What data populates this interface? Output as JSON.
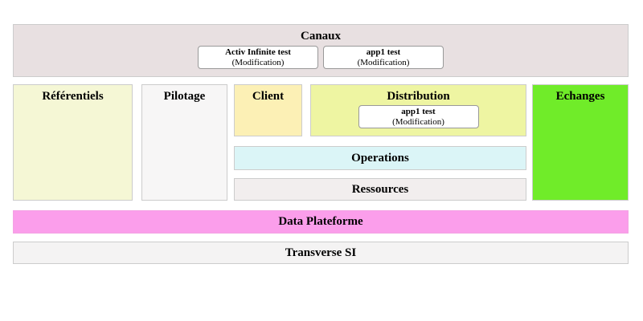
{
  "colors": {
    "canaux_bg": "#e8e0e1",
    "referentiels_bg": "#f5f7d5",
    "pilotage_bg": "#f7f6f6",
    "client_bg": "#fcf0b5",
    "distribution_bg": "#eef5a2",
    "operations_bg": "#dbf5f7",
    "ressources_bg": "#f2eeee",
    "echanges_bg": "#70ec29",
    "data_plateforme_bg": "#fb9eeb",
    "transverse_si_bg": "#f4f3f3",
    "card_bg": "#ffffff",
    "zone_border": "#cccccc",
    "card_border": "#999999",
    "text": "#000000"
  },
  "zones": {
    "canaux": {
      "label": "Canaux",
      "apps": [
        {
          "name": "Activ Infinite test",
          "sub": "(Modification)"
        },
        {
          "name": "app1 test",
          "sub": "(Modification)"
        }
      ]
    },
    "referentiels": {
      "label": "Référentiels"
    },
    "pilotage": {
      "label": "Pilotage"
    },
    "client": {
      "label": "Client"
    },
    "distribution": {
      "label": "Distribution",
      "apps": [
        {
          "name": "app1 test",
          "sub": "(Modification)"
        }
      ]
    },
    "operations": {
      "label": "Operations"
    },
    "ressources": {
      "label": "Ressources"
    },
    "echanges": {
      "label": "Echanges"
    },
    "data_plateforme": {
      "label": "Data Plateforme"
    },
    "transverse_si": {
      "label": "Transverse SI"
    }
  }
}
